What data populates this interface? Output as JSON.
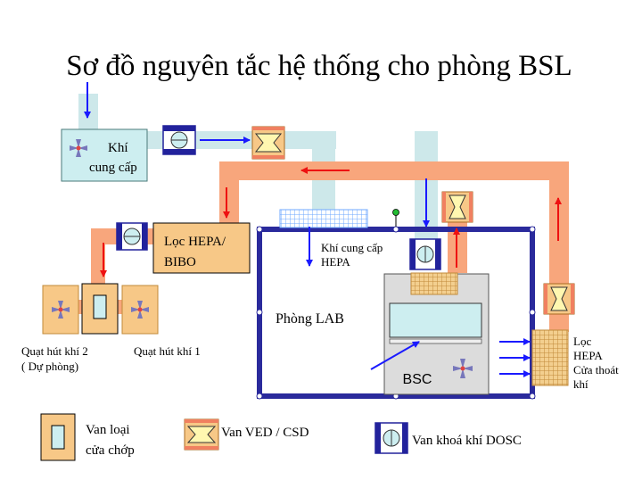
{
  "title": "Sơ đồ nguyên tắc hệ thống cho phòng BSL",
  "labels": {
    "supply_fan_line1": "Khí",
    "supply_fan_line2": "cung cấp",
    "hepa_bibo_line1": "Lọc HEPA/",
    "hepa_bibo_line2": "BIBO",
    "supply_hepa_line1": "Khí cung cấp",
    "supply_hepa_line2": "HEPA",
    "lab_room": "Phòng LAB",
    "bsc": "BSC",
    "exhaust_fan_2_line1": "Quạt hút khí 2",
    "exhaust_fan_2_line2": "( Dự phòng)",
    "exhaust_fan_1": "Quạt hút khí 1",
    "exit_hepa_line1": "Lọc",
    "exit_hepa_line2": "HEPA",
    "exit_hepa_line3": "Cửa thoát",
    "exit_hepa_line4": "khí"
  },
  "legend": {
    "louver_damper_line1": "Van loại",
    "louver_damper_line2": "cửa chớp",
    "ved_csd": "Van VED / CSD",
    "dosc": "Van khoá khí  DOSC"
  },
  "colors": {
    "supply_duct": "#cde8ea",
    "exhaust_duct": "#f8a67c",
    "room_border": "#2a2a9c",
    "arrow_blue": "#1a1aff",
    "arrow_red": "#ee1111",
    "filter_orange": "#f7c887",
    "fan_box": "#cdeef0",
    "grid_blue": "#6fa9ff",
    "bsc_body": "#dcdcdc",
    "bsc_window": "#cdeef0"
  }
}
